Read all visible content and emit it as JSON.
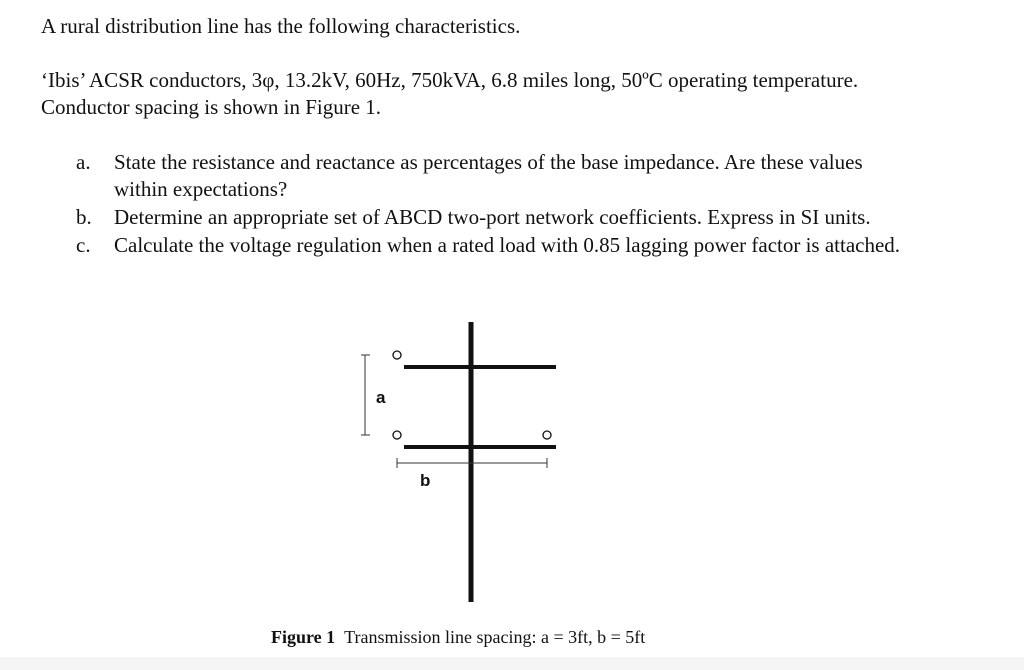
{
  "intro": "A rural distribution line has the following characteristics.",
  "spec": "‘Ibis’ ACSR conductors, 3φ, 13.2kV, 60Hz, 750kVA, 6.8 miles long, 50ºC operating temperature.  Conductor spacing is shown in Figure 1.",
  "questions": [
    {
      "marker": "a.",
      "text": "State the resistance and reactance as percentages of the base impedance.  Are these values within expectations?"
    },
    {
      "marker": "b.",
      "text": "Determine an appropriate set of ABCD two-port network coefficients.  Express in SI units."
    },
    {
      "marker": "c.",
      "text": "Calculate the voltage regulation when a rated load with 0.85 lagging power factor is attached."
    }
  ],
  "figure": {
    "dimension_a_label": "a",
    "dimension_b_label": "b"
  },
  "caption": {
    "label": "Figure 1",
    "text": "Transmission line spacing: a = 3ft, b = 5ft"
  }
}
